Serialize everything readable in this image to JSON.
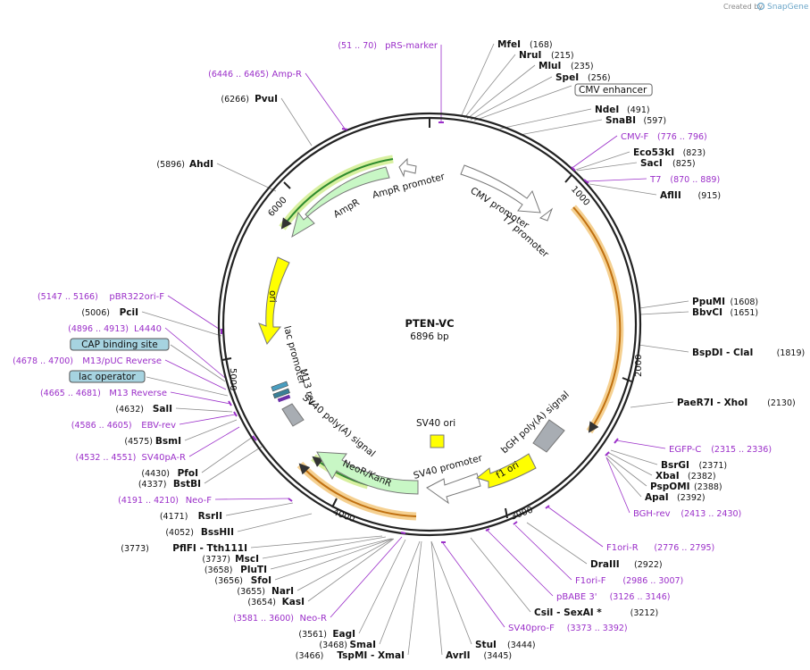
{
  "plasmid": {
    "name": "PTEN-VC",
    "size_label": "6896 bp",
    "length": 6896
  },
  "credit": {
    "prefix": "Created by",
    "brand": "SnapGene",
    "icon": "snapgene-logo-icon"
  },
  "colors": {
    "backbone": "#222222",
    "tick": "#222222",
    "leader": "#8c8c8c",
    "primer_marker": "#9b2fc9",
    "ampr_fill": "#c8f7c5",
    "neor_fill": "#c8f7c5",
    "promoter_fill": "#ffffff",
    "ori_fill": "#ffff00",
    "polyA_fill": "#a8adb3",
    "orf_pten": "#f0a030",
    "orf_ampr": "#3aa83a",
    "boxed_fill": "#a6d3e0"
  },
  "ticks": [
    "1000",
    "2000",
    "3000",
    "4000",
    "5000",
    "6000"
  ],
  "features": [
    {
      "id": "cmv-promoter",
      "label": "CMV promoter"
    },
    {
      "id": "t7-promoter",
      "label": "T7 promoter"
    },
    {
      "id": "ampr-promoter",
      "label": "AmpR promoter"
    },
    {
      "id": "ampr",
      "label": "AmpR"
    },
    {
      "id": "ori",
      "label": "ori"
    },
    {
      "id": "lac-promoter",
      "label": "lac promoter"
    },
    {
      "id": "m13-rev",
      "label": "M13 rev"
    },
    {
      "id": "sv40-polya-left",
      "label": "SV40 poly(A) signal"
    },
    {
      "id": "neor",
      "label": "NeoR/KanR"
    },
    {
      "id": "sv40-promoter",
      "label": "SV40 promoter"
    },
    {
      "id": "sv40-ori",
      "label": "SV40 ori"
    },
    {
      "id": "f1-ori",
      "label": "f1 ori"
    },
    {
      "id": "bgh-polya",
      "label": "bGH poly(A) signal"
    }
  ],
  "right_labels": [
    {
      "kind": "site",
      "name": "MfeI",
      "pos": "(168)"
    },
    {
      "kind": "site",
      "name": "NruI",
      "pos": "(215)"
    },
    {
      "kind": "site",
      "name": "MluI",
      "pos": "(235)"
    },
    {
      "kind": "site",
      "name": "SpeI",
      "pos": "(256)"
    },
    {
      "kind": "boxed",
      "name": "CMV enhancer"
    },
    {
      "kind": "site",
      "name": "NdeI",
      "pos": "(491)"
    },
    {
      "kind": "site",
      "name": "SnaBI",
      "pos": "(597)"
    },
    {
      "kind": "primer",
      "name": "CMV-F",
      "pos": "(776 .. 796)"
    },
    {
      "kind": "site",
      "name": "Eco53kI",
      "pos": "(823)"
    },
    {
      "kind": "site",
      "name": "SacI",
      "pos": "(825)"
    },
    {
      "kind": "primer",
      "name": "T7",
      "pos": "(870 .. 889)"
    },
    {
      "kind": "site",
      "name": "AflII",
      "pos": "(915)"
    },
    {
      "kind": "site",
      "name": "PpuMI",
      "pos": "(1608)"
    },
    {
      "kind": "site",
      "name": "BbvCI",
      "pos": "(1651)"
    },
    {
      "kind": "site",
      "name": "BspDI  - ClaI",
      "pos": "(1819)"
    },
    {
      "kind": "site",
      "name": "PaeR7I  - XhoI",
      "pos": "(2130)"
    },
    {
      "kind": "primer",
      "name": "EGFP-C",
      "pos": "(2315 .. 2336)"
    },
    {
      "kind": "site",
      "name": "BsrGI",
      "pos": "(2371)"
    },
    {
      "kind": "site",
      "name": "XbaI",
      "pos": "(2382)"
    },
    {
      "kind": "site",
      "name": "PspOMI",
      "pos": "(2388)"
    },
    {
      "kind": "site",
      "name": "ApaI",
      "pos": "(2392)"
    },
    {
      "kind": "primer",
      "name": "BGH-rev",
      "pos": "(2413 .. 2430)"
    },
    {
      "kind": "primer",
      "name": "F1ori-R",
      "pos": "(2776 .. 2795)"
    },
    {
      "kind": "site",
      "name": "DraIII",
      "pos": "(2922)"
    },
    {
      "kind": "primer",
      "name": "F1ori-F",
      "pos": "(2986 .. 3007)"
    },
    {
      "kind": "primer",
      "name": "pBABE 3'",
      "pos": "(3126 .. 3146)"
    },
    {
      "kind": "site",
      "name": "CsiI  - SexAI *",
      "pos": "(3212)"
    },
    {
      "kind": "primer",
      "name": "SV40pro-F",
      "pos": "(3373 .. 3392)"
    },
    {
      "kind": "site",
      "name": "StuI",
      "pos": "(3444)"
    },
    {
      "kind": "site",
      "name": "AvrII",
      "pos": "(3445)"
    }
  ],
  "left_labels": [
    {
      "kind": "primer",
      "name": "pRS-marker",
      "pos": "(51 .. 70)"
    },
    {
      "kind": "primer",
      "name": "Amp-R",
      "pos": "(6446 .. 6465)"
    },
    {
      "kind": "site",
      "name": "PvuI",
      "pos": "(6266)"
    },
    {
      "kind": "site",
      "name": "AhdI",
      "pos": "(5896)"
    },
    {
      "kind": "primer",
      "name": "pBR322ori-F",
      "pos": "(5147 .. 5166)"
    },
    {
      "kind": "site",
      "name": "PciI",
      "pos": "(5006)"
    },
    {
      "kind": "primer",
      "name": "L4440",
      "pos": "(4896 .. 4913)"
    },
    {
      "kind": "boxed",
      "name": "CAP binding site"
    },
    {
      "kind": "primer",
      "name": "M13/pUC Reverse",
      "pos": "(4678 .. 4700)"
    },
    {
      "kind": "boxed",
      "name": "lac operator"
    },
    {
      "kind": "primer",
      "name": "M13 Reverse",
      "pos": "(4665 .. 4681)"
    },
    {
      "kind": "site",
      "name": "SalI",
      "pos": "(4632)"
    },
    {
      "kind": "primer",
      "name": "EBV-rev",
      "pos": "(4586 .. 4605)"
    },
    {
      "kind": "site",
      "name": "BsmI",
      "pos": "(4575)"
    },
    {
      "kind": "primer",
      "name": "SV40pA-R",
      "pos": "(4532 .. 4551)"
    },
    {
      "kind": "site",
      "name": "PfoI",
      "pos": "(4430)"
    },
    {
      "kind": "site",
      "name": "BstBI",
      "pos": "(4337)"
    },
    {
      "kind": "primer",
      "name": "Neo-F",
      "pos": "(4191 .. 4210)"
    },
    {
      "kind": "site",
      "name": "RsrII",
      "pos": "(4171)"
    },
    {
      "kind": "site",
      "name": "BssHII",
      "pos": "(4052)"
    },
    {
      "kind": "site",
      "name": "PflFI  - Tth111I",
      "pos": "(3773)"
    },
    {
      "kind": "site",
      "name": "MscI",
      "pos": "(3737)"
    },
    {
      "kind": "site",
      "name": "PluTI",
      "pos": "(3658)"
    },
    {
      "kind": "site",
      "name": "SfoI",
      "pos": "(3656)"
    },
    {
      "kind": "site",
      "name": "NarI",
      "pos": "(3655)"
    },
    {
      "kind": "site",
      "name": "KasI",
      "pos": "(3654)"
    },
    {
      "kind": "primer",
      "name": "Neo-R",
      "pos": "(3581 .. 3600)"
    },
    {
      "kind": "site",
      "name": "EagI",
      "pos": "(3561)"
    },
    {
      "kind": "site",
      "name": "SmaI",
      "pos": "(3468)"
    },
    {
      "kind": "site",
      "name": "TspMI  - XmaI",
      "pos": "(3466)"
    }
  ]
}
